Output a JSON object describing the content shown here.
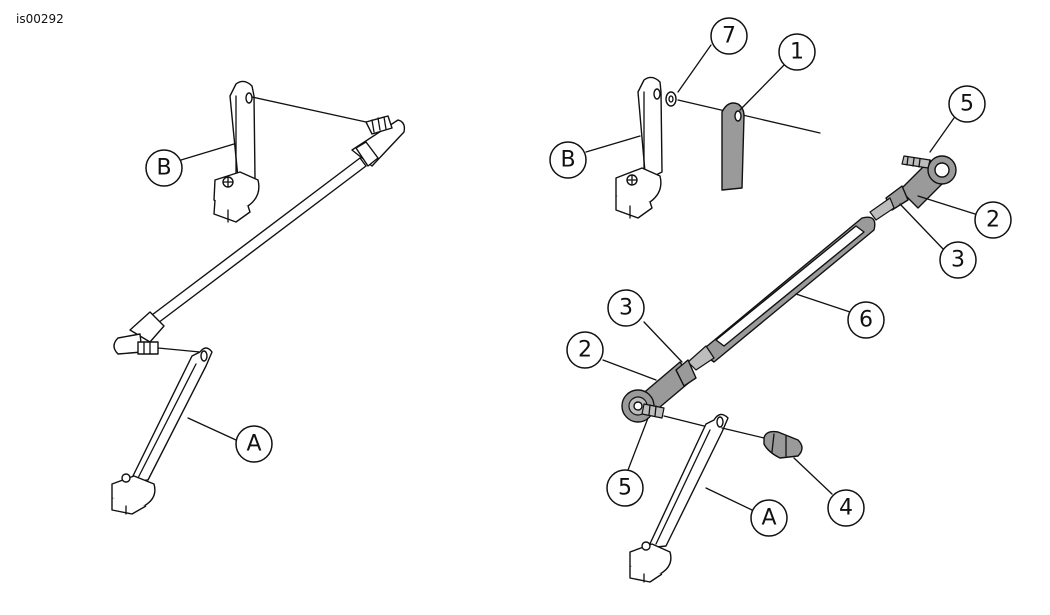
{
  "figure_id": "is00292",
  "callouts": {
    "left_B": "B",
    "left_A": "A",
    "right_7": "7",
    "right_1": "1",
    "right_5_top": "5",
    "right_B": "B",
    "right_2_right": "2",
    "right_3_right": "3",
    "right_6": "6",
    "right_3_left": "3",
    "right_2_left": "2",
    "right_5_bottom": "5",
    "right_4": "4",
    "right_A": "A"
  }
}
